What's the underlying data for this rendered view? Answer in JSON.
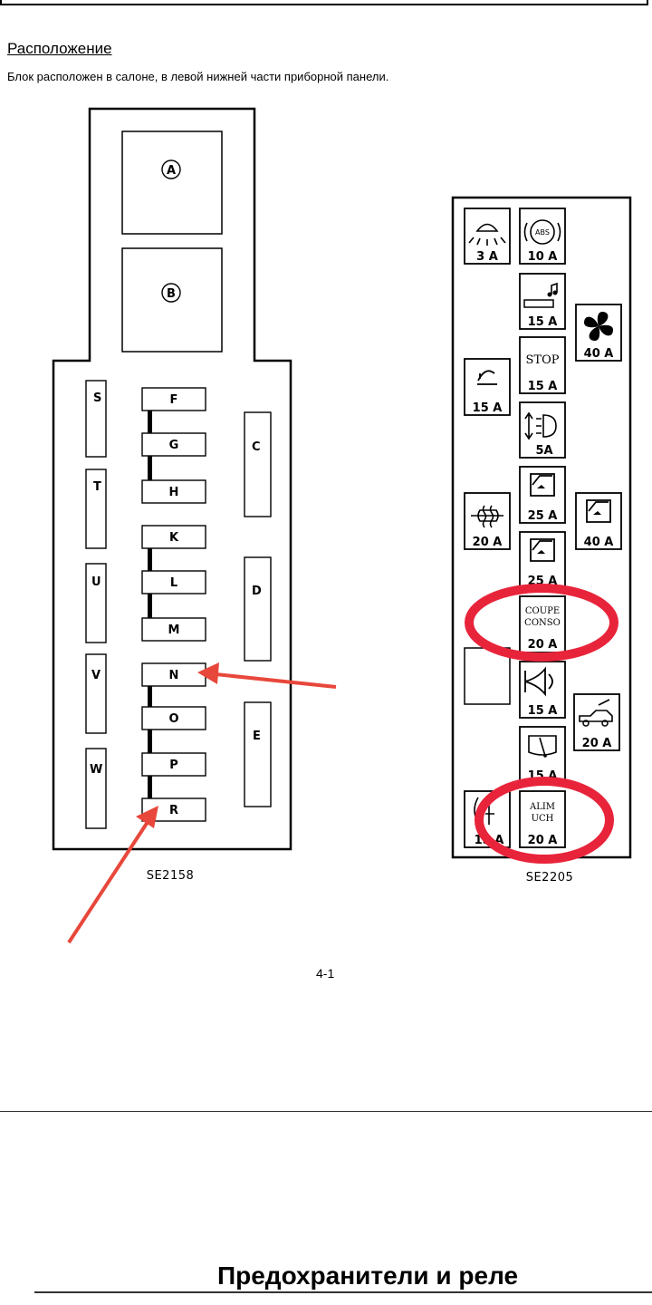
{
  "section": {
    "heading": "Расположение",
    "description": "Блок расположен в салоне, в левой нижней части приборной панели."
  },
  "left_diagram": {
    "caption": "SE2158",
    "relays": [
      "A",
      "B"
    ],
    "side_left": [
      "S",
      "T",
      "U",
      "V",
      "W"
    ],
    "side_right": [
      "C",
      "D",
      "E"
    ],
    "fuses": [
      "F",
      "G",
      "H",
      "K",
      "L",
      "M",
      "N",
      "O",
      "P",
      "R"
    ]
  },
  "right_diagram": {
    "caption": "SE2205",
    "fuses": [
      {
        "icon": "interior-light-icon",
        "rating": "3 A"
      },
      {
        "icon": "abs-icon",
        "rating": "10 A",
        "text": "ABS"
      },
      {
        "icon": "radio-icon",
        "rating": "15 A"
      },
      {
        "icon": "fan-icon",
        "rating": "40 A"
      },
      {
        "icon": "brake-stop-icon",
        "rating": "15 A",
        "text": "STOP"
      },
      {
        "icon": "cigarette-lighter-icon",
        "rating": "15 A"
      },
      {
        "icon": "headlamp-adjust-icon",
        "rating": "5A"
      },
      {
        "icon": "power-window-icon",
        "rating": "25 A"
      },
      {
        "icon": "rear-defrost-icon",
        "rating": "20 A"
      },
      {
        "icon": "power-window-icon",
        "rating": "40 A"
      },
      {
        "icon": "power-window-icon",
        "rating": "25 A"
      },
      {
        "icon": "text-fuse",
        "rating": "20 A",
        "text_line1": "COUPE",
        "text_line2": "CONSO"
      },
      {
        "icon": "horn-icon",
        "rating": "15 A"
      },
      {
        "icon": "car-lock-icon",
        "rating": "20 A"
      },
      {
        "icon": "wiper-icon",
        "rating": "15 A"
      },
      {
        "icon": "rear-wiper-icon",
        "rating": "15 A"
      },
      {
        "icon": "text-fuse",
        "rating": "20 A",
        "text_line1": "ALIM",
        "text_line2": "UCH"
      }
    ]
  },
  "annotations": {
    "arrow_color": "#e8473b",
    "circle_color": "#e8243b"
  },
  "page_number": "4-1",
  "footer_title": "Предохранители и реле"
}
